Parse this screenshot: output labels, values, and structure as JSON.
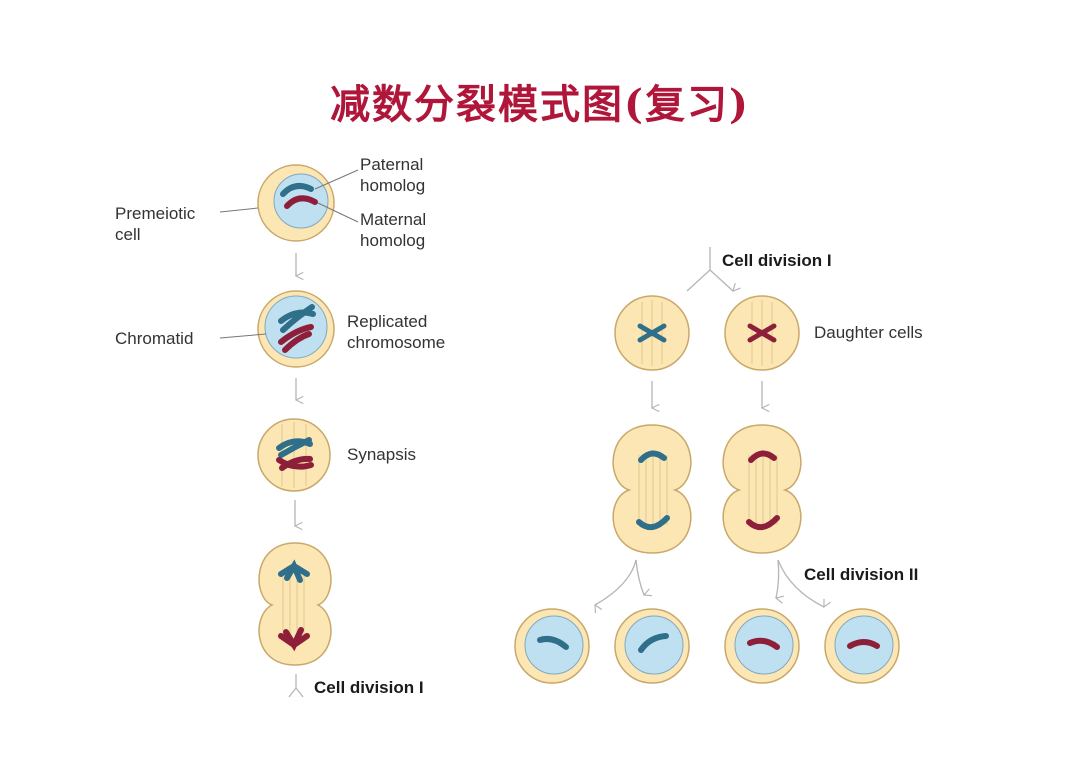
{
  "title": "减数分裂模式图(复习)",
  "labels": {
    "paternal_homolog": [
      "Paternal",
      "homolog"
    ],
    "maternal_homolog": [
      "Maternal",
      "homolog"
    ],
    "premeiotic_cell": [
      "Premeiotic",
      "cell"
    ],
    "chromatid": "Chromatid",
    "replicated_chromosome": [
      "Replicated",
      "chromosome"
    ],
    "synapsis": "Synapsis",
    "cell_division_1": "Cell division I",
    "daughter_cells": "Daughter cells",
    "cell_division_2": "Cell division II"
  },
  "colors": {
    "title": "#b0163a",
    "paternal_chromosome": "#2f6f8a",
    "maternal_chromosome": "#8e1f3a",
    "cell_cytoplasm": "#fbe6b4",
    "nucleus": "#bfe0f0"
  }
}
